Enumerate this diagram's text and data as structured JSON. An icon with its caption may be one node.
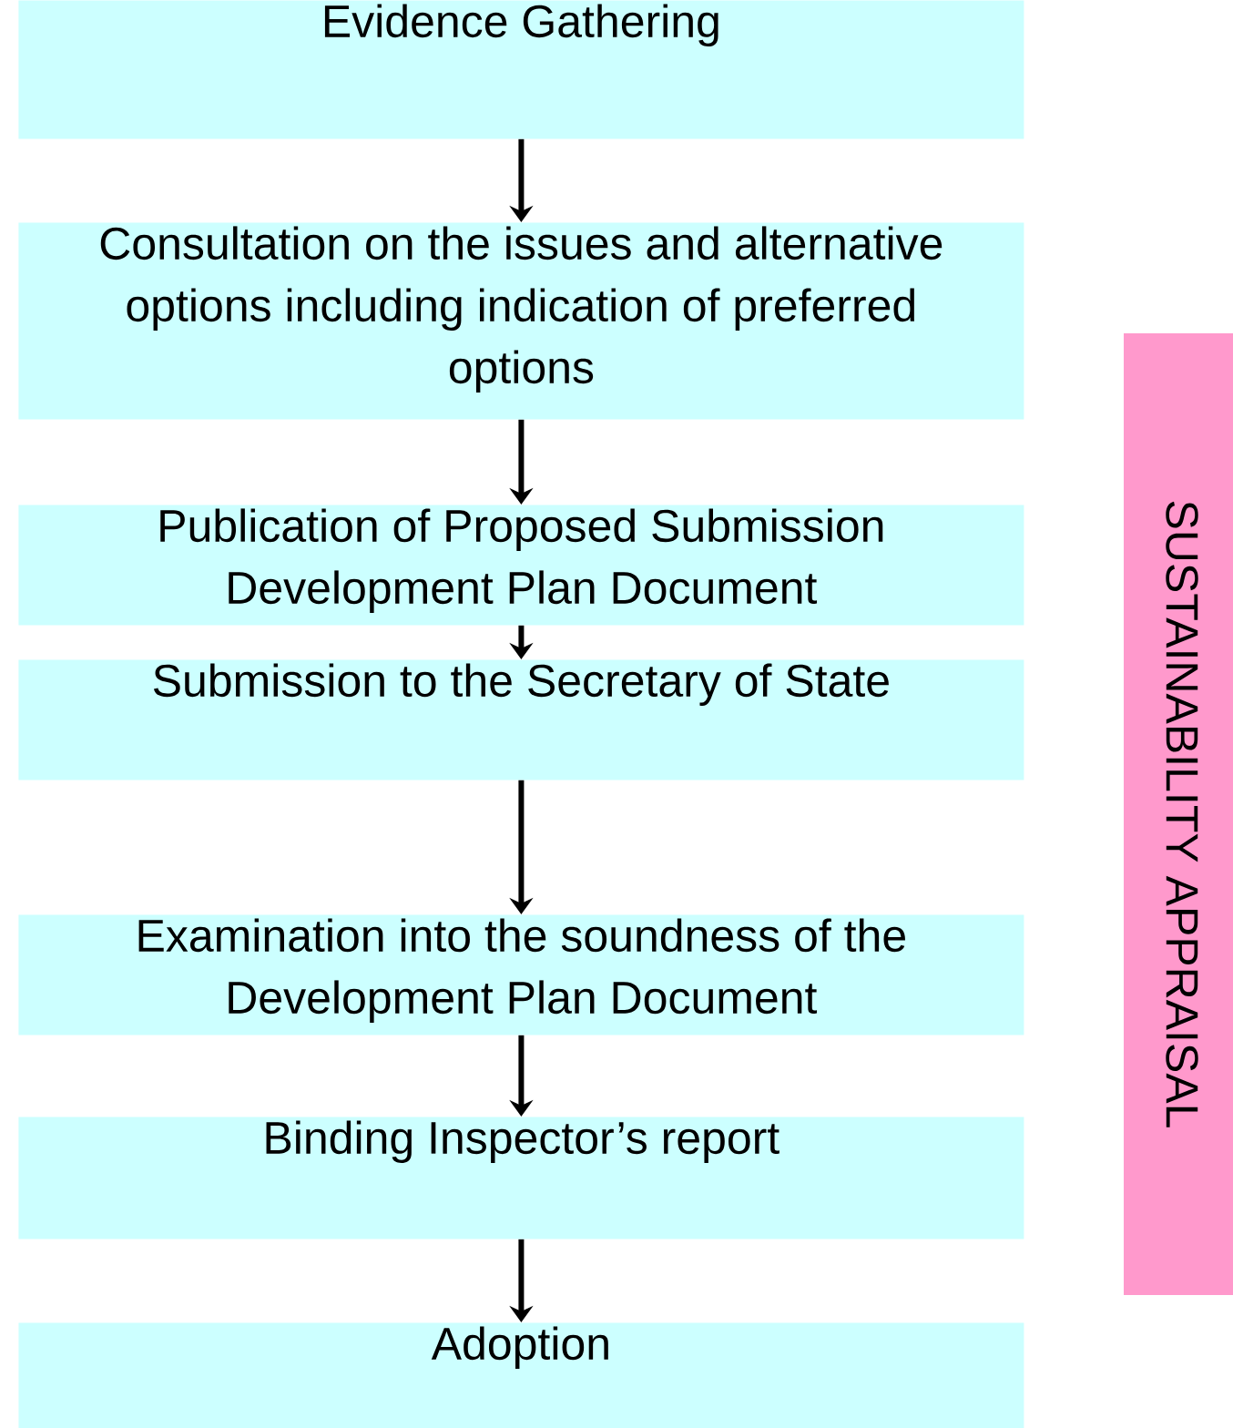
{
  "diagram": {
    "nodes": [
      {
        "text": [
          "Evidence Gathering"
        ]
      },
      {
        "text": [
          "Consultation on the issues and alternative options including indication of preferred options"
        ]
      },
      {
        "text": [
          "Publication of Proposed Submission Development Plan Document"
        ]
      },
      {
        "text": [
          "Submission to the Secretary of State"
        ]
      },
      {
        "text": [
          "Examination into the soundness of the Development Plan Document"
        ]
      },
      {
        "text": [
          "Binding Inspector’s report"
        ]
      },
      {
        "text": [
          "Adoption"
        ]
      },
      {
        "text": [
          "SUSTAINABILITY APPRAISAL"
        ]
      }
    ],
    "edges": [
      {
        "from": 0,
        "to": 1,
        "arrow": "to"
      },
      {
        "from": 1,
        "to": 2,
        "arrow": "to"
      },
      {
        "from": 2,
        "to": 3,
        "arrow": "to"
      },
      {
        "from": 3,
        "to": 4,
        "arrow": "to"
      },
      {
        "from": 4,
        "to": 5,
        "arrow": "to"
      },
      {
        "from": 5,
        "to": 6,
        "arrow": "to"
      }
    ]
  }
}
